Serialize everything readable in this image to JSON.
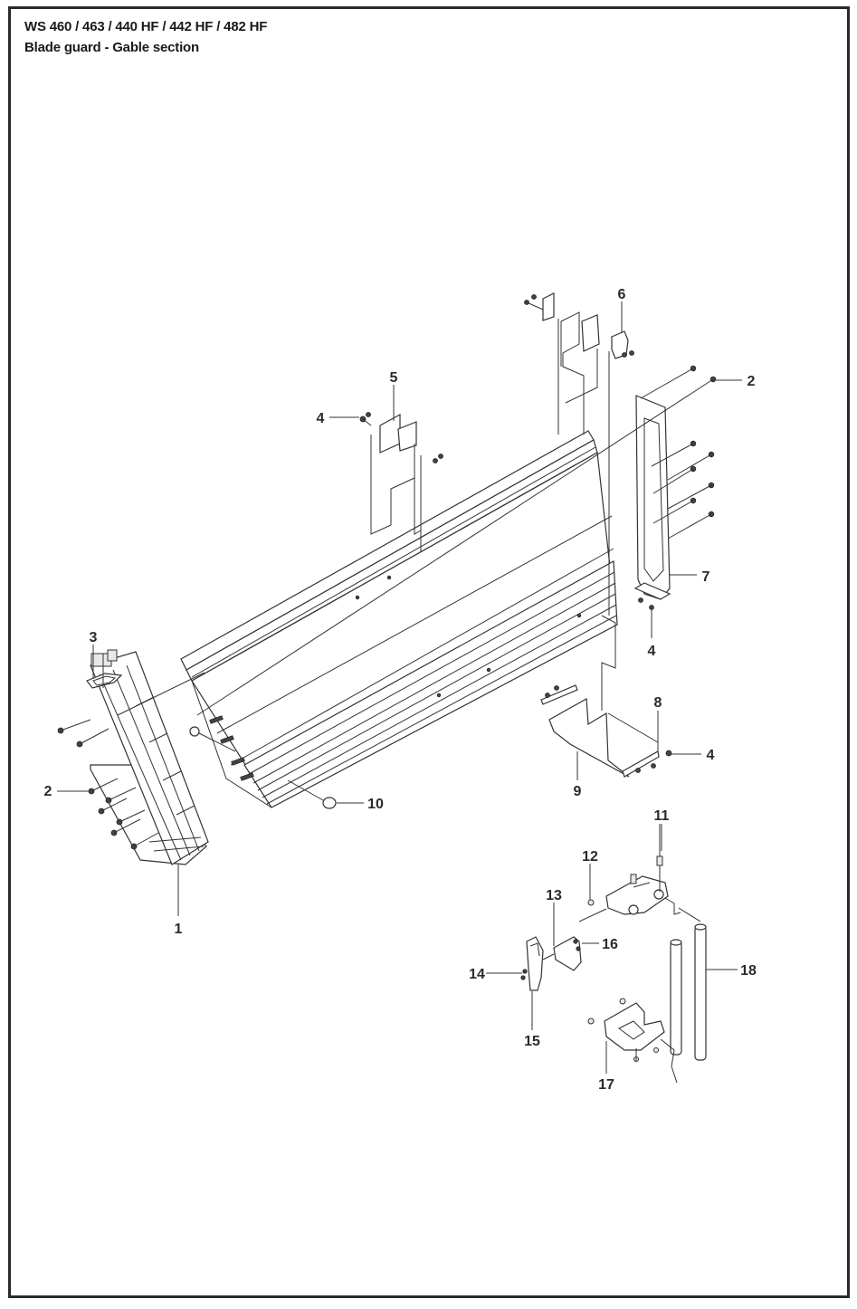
{
  "header": {
    "title": "WS 460 / 463 / 440 HF / 442 HF / 482 HF",
    "subtitle": "Blade guard - Gable section"
  },
  "callouts": [
    {
      "id": "c1",
      "label": "1"
    },
    {
      "id": "c2a",
      "label": "2"
    },
    {
      "id": "c2b",
      "label": "2"
    },
    {
      "id": "c3",
      "label": "3"
    },
    {
      "id": "c4a",
      "label": "4"
    },
    {
      "id": "c4b",
      "label": "4"
    },
    {
      "id": "c4c",
      "label": "4"
    },
    {
      "id": "c5",
      "label": "5"
    },
    {
      "id": "c6",
      "label": "6"
    },
    {
      "id": "c7",
      "label": "7"
    },
    {
      "id": "c8",
      "label": "8"
    },
    {
      "id": "c9",
      "label": "9"
    },
    {
      "id": "c10",
      "label": "10"
    },
    {
      "id": "c11",
      "label": "11"
    },
    {
      "id": "c12",
      "label": "12"
    },
    {
      "id": "c13",
      "label": "13"
    },
    {
      "id": "c14",
      "label": "14"
    },
    {
      "id": "c15",
      "label": "15"
    },
    {
      "id": "c16",
      "label": "16"
    },
    {
      "id": "c17",
      "label": "17"
    },
    {
      "id": "c18",
      "label": "18"
    }
  ]
}
